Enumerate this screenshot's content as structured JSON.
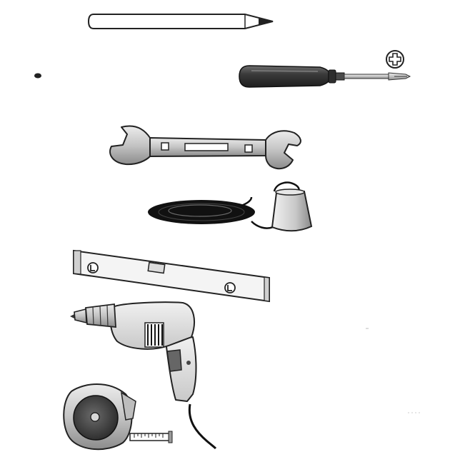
{
  "diagram": {
    "tools": [
      {
        "id": "pencil",
        "icon": "pencil-icon"
      },
      {
        "id": "screwdriver",
        "icon": "screwdriver-icon"
      },
      {
        "id": "phillips-tip",
        "icon": "phillips-head-icon"
      },
      {
        "id": "wrench",
        "icon": "open-end-wrench-icon"
      },
      {
        "id": "plumb-bob",
        "icon": "plumb-bob-icon"
      },
      {
        "id": "spirit-level",
        "icon": "spirit-level-icon"
      },
      {
        "id": "drill",
        "icon": "electric-drill-icon"
      },
      {
        "id": "tape-measure",
        "icon": "tape-measure-icon"
      }
    ]
  },
  "colors": {
    "outline": "#222222",
    "metal_light": "#e2e2e2",
    "metal_mid": "#bdbdbd",
    "metal_dark": "#8f8f8f",
    "handle_dark": "#3c3c3c",
    "cord": "#111111"
  }
}
